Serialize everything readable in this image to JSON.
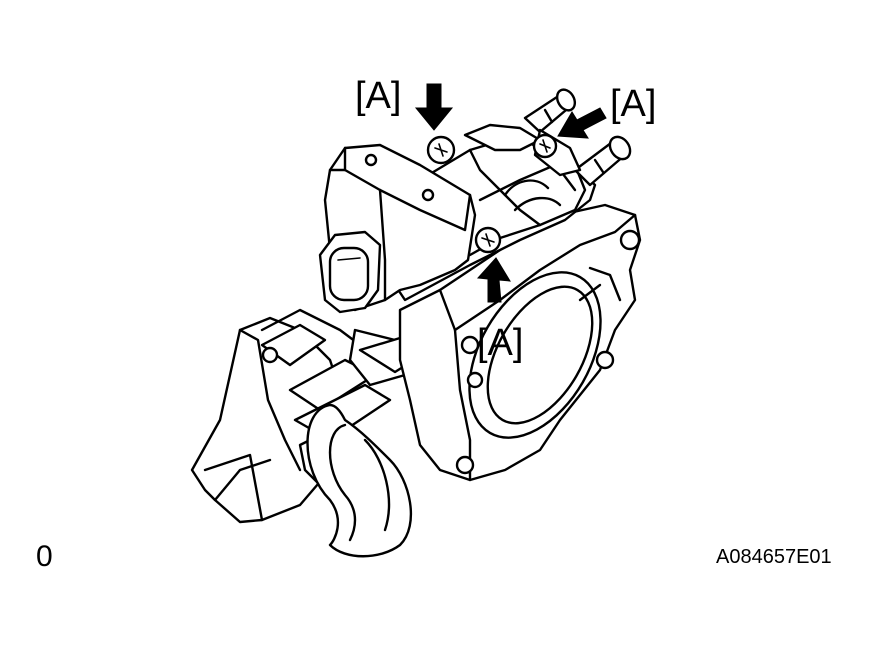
{
  "figure": {
    "callouts": [
      {
        "id": "top-left",
        "label": "[A]"
      },
      {
        "id": "top-right",
        "label": "[A]"
      },
      {
        "id": "bottom",
        "label": "[A]"
      }
    ],
    "corner_mark": "0",
    "figure_code": "A084657E01"
  }
}
